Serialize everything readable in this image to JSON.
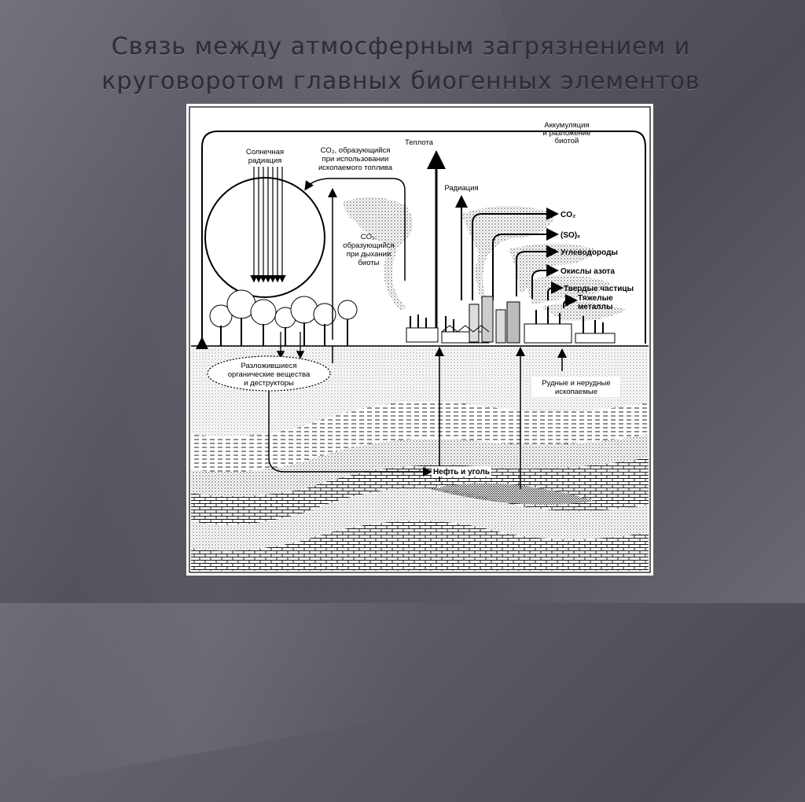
{
  "slide": {
    "title_line1": "Связь между атмосферным загрязнением и",
    "title_line2": "круговоротом главных биогенных элементов"
  },
  "diagram": {
    "labels": {
      "solar1": "Солнечная",
      "solar2": "радиация",
      "co2_fuel1": "CO₂, образующийся",
      "co2_fuel2": "при использовании",
      "co2_fuel3": "ископаемого топлива",
      "heat": "Теплота",
      "radiation": "Радиация",
      "accum1": "Аккумуляция",
      "accum2": "и разложение",
      "accum3": "биотой",
      "co2_resp1": "CO₂,",
      "co2_resp2": "образующийся",
      "co2_resp3": "при дыхании",
      "co2_resp4": "биоты",
      "out_co2": "CO₂",
      "out_so": "(SO)ₓ",
      "out_hc": "Углеводороды",
      "out_nox": "Окислы азота",
      "out_solid": "Твердые частицы",
      "out_metal1": "Тяжелые",
      "out_metal2": "металлы",
      "decomp1": "Разложившиеся",
      "decomp2": "органические вещества",
      "decomp3": "и деструкторы",
      "ores1": "Рудные и нерудные",
      "ores2": "ископаемые",
      "oilcoal": "Нефть и уголь"
    }
  }
}
